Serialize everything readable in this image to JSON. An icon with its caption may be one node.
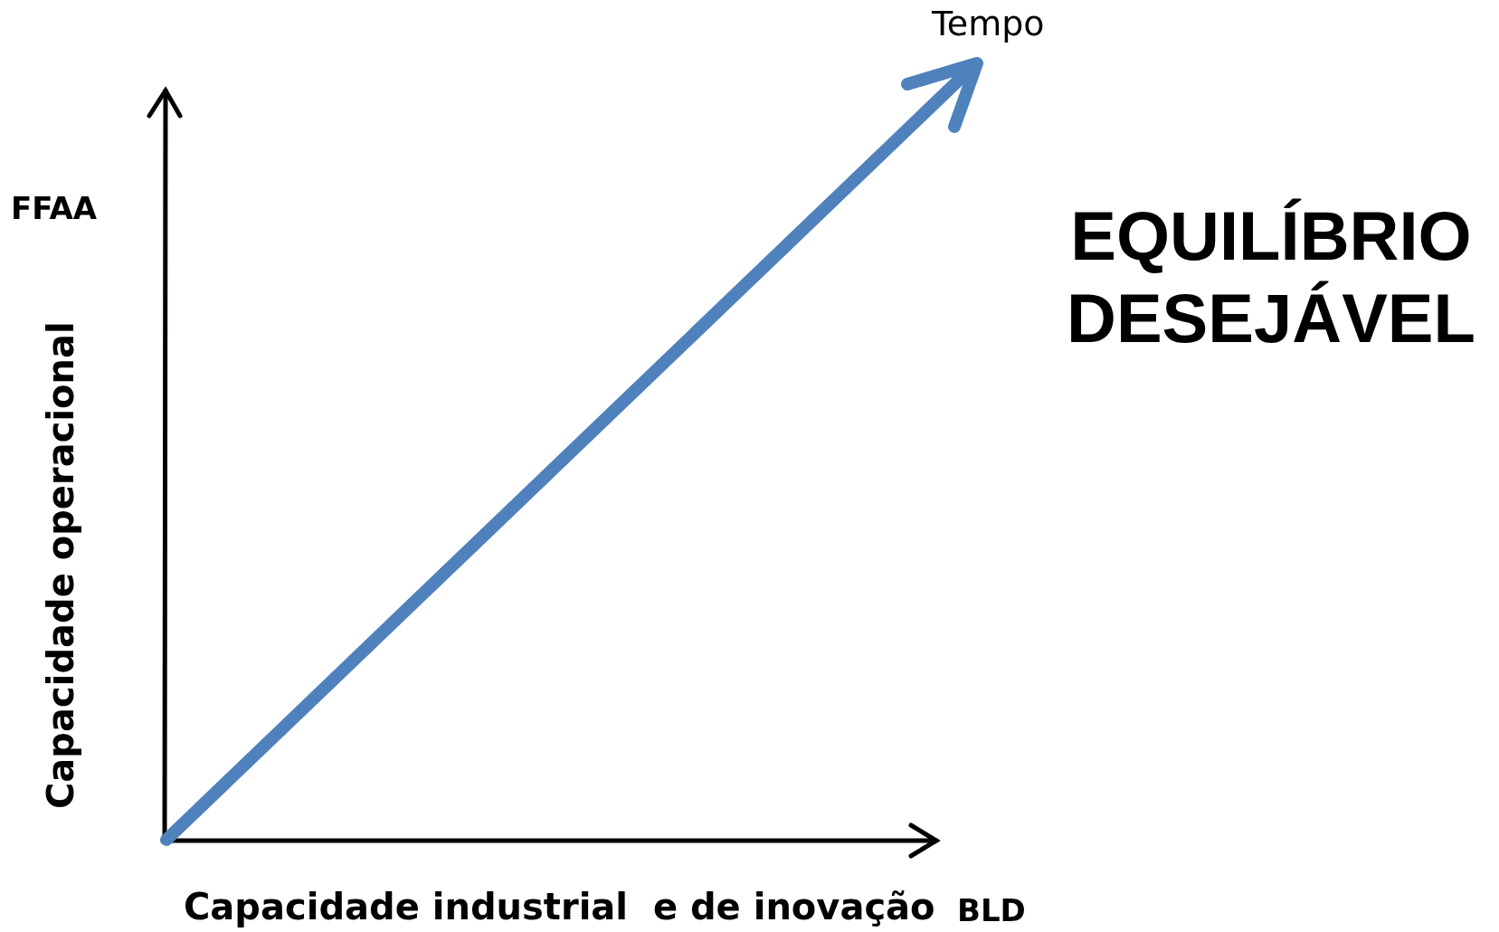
{
  "diagram": {
    "title": "EQUILÍBRIO DESEJÁVEL",
    "labels": [
      "Tempo",
      "FFAA",
      "Capacidade operacional",
      "Capacidade industrial  e de inovação",
      "BLD"
    ]
  }
}
